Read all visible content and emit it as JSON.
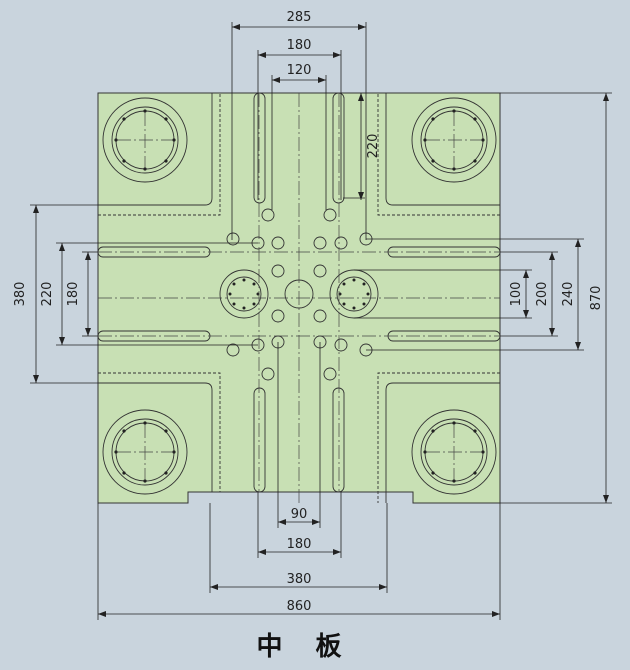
{
  "title": "中 板",
  "dimensions": {
    "top_285": "285",
    "top_180": "180",
    "top_120": "120",
    "right_220": "220",
    "left_380": "380",
    "left_220": "220",
    "left_180": "180",
    "right_100": "100",
    "right_200": "200",
    "right_240": "240",
    "right_870": "870",
    "bottom_90": "90",
    "bottom_180": "180",
    "bottom_380": "380",
    "bottom_860": "860"
  },
  "colors": {
    "background": "#c9d4dd",
    "plate": "#c8e0b4",
    "line": "#222222"
  }
}
